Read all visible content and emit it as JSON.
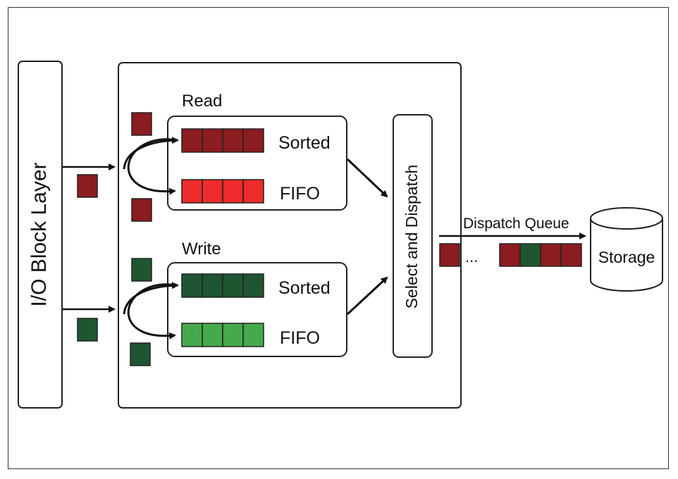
{
  "labels": {
    "io_block_layer": "I/O Block Layer",
    "read": "Read",
    "write": "Write",
    "sorted": "Sorted",
    "fifo": "FIFO",
    "select_dispatch": "Select and Dispatch",
    "dispatch_queue": "Dispatch Queue",
    "ellipsis": "...",
    "storage": "Storage"
  },
  "colors": {
    "read_sorted": "#8b1c1f",
    "read_fifo": "#ee2b2b",
    "write_sorted": "#1e5631",
    "write_fifo": "#44aa4c",
    "outline": "#222222"
  },
  "dispatch_queue_order": [
    "read",
    "write",
    "read",
    "read"
  ]
}
